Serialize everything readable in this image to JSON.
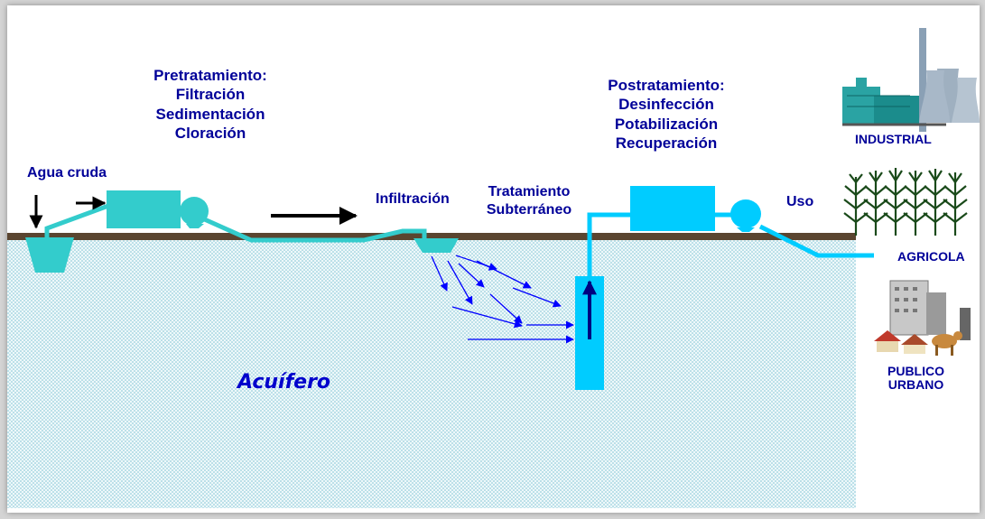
{
  "colors": {
    "background": "#ffffff",
    "frame": "#d4d4d4",
    "label_text": "#000099",
    "aquifer_dots": "#7fc4d4",
    "aquifer_fill": "#eef8fa",
    "pretreatment_tank": "#33cccc",
    "posttreatment_tank": "#00ccff",
    "well": "#00ccff",
    "ground": "#5a4530",
    "arrow": "#000000",
    "flow_arrow": "#0000ff"
  },
  "labels": {
    "agua_cruda": "Agua cruda",
    "pretratamiento": [
      "Pretratamiento:",
      "Filtración",
      "Sedimentación",
      "Cloración"
    ],
    "infiltracion": "Infiltración",
    "tratamiento_subterraneo": [
      "Tratamiento",
      "Subterráneo"
    ],
    "postratamiento": [
      "Postratamiento:",
      "Desinfección",
      "Potabilización",
      "Recuperación"
    ],
    "uso": "Uso",
    "acuifero": "Acuífero"
  },
  "uses": {
    "industrial": "INDUSTRIAL",
    "agricola": "AGRICOLA",
    "publico_urbano": [
      "PUBLICO",
      "URBANO"
    ]
  },
  "icons": {
    "industrial": "factory-icon",
    "agricola": "corn-field-icon",
    "publico_urbano": "town-icon"
  }
}
